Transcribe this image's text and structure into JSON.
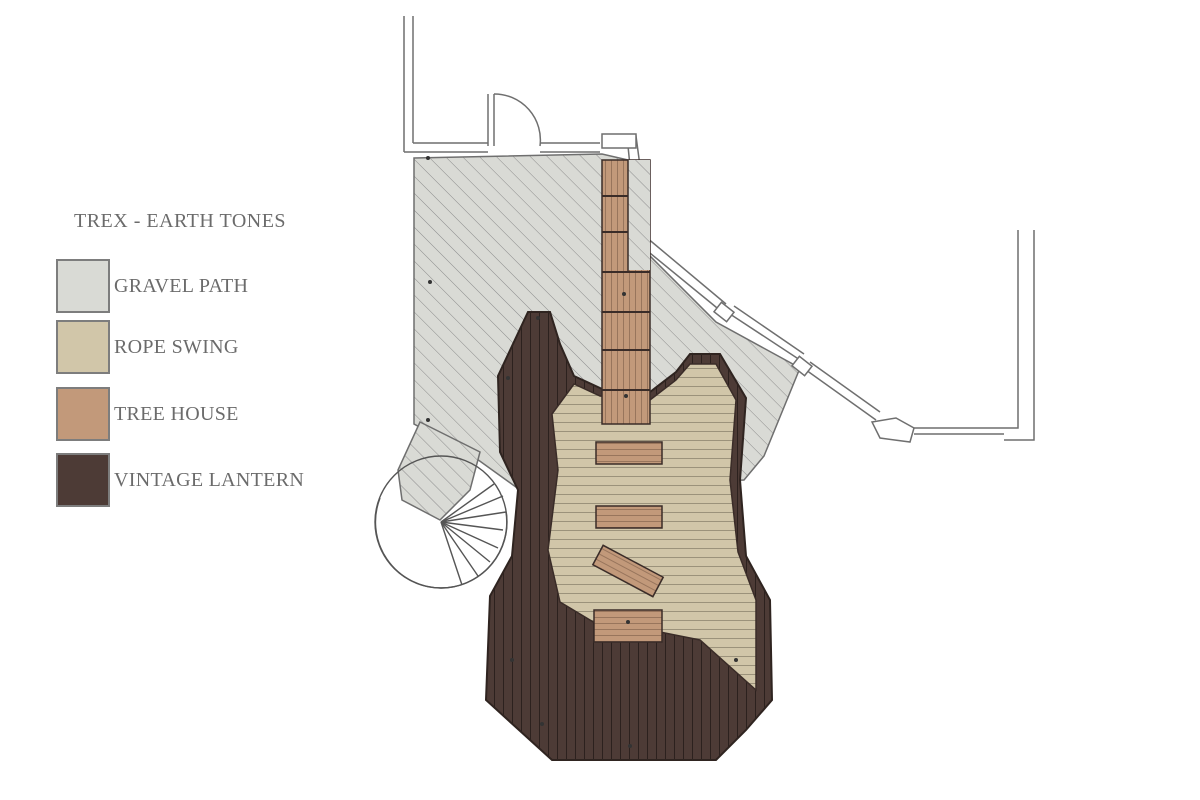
{
  "legend": {
    "title": "TREX - EARTH TONES",
    "items": [
      {
        "label": "GRAVEL PATH",
        "color": "#d9dad5"
      },
      {
        "label": "ROPE SWING",
        "color": "#d1c6a9"
      },
      {
        "label": "TREE HOUSE",
        "color": "#c2997a"
      },
      {
        "label": "VINTAGE LANTERN",
        "color": "#4d3b36"
      }
    ]
  },
  "colors": {
    "gravel": "#d9dad5",
    "rope": "#d1c6a9",
    "tree": "#c2997a",
    "lantern": "#4d3b36",
    "line": "#6f6f6f"
  }
}
